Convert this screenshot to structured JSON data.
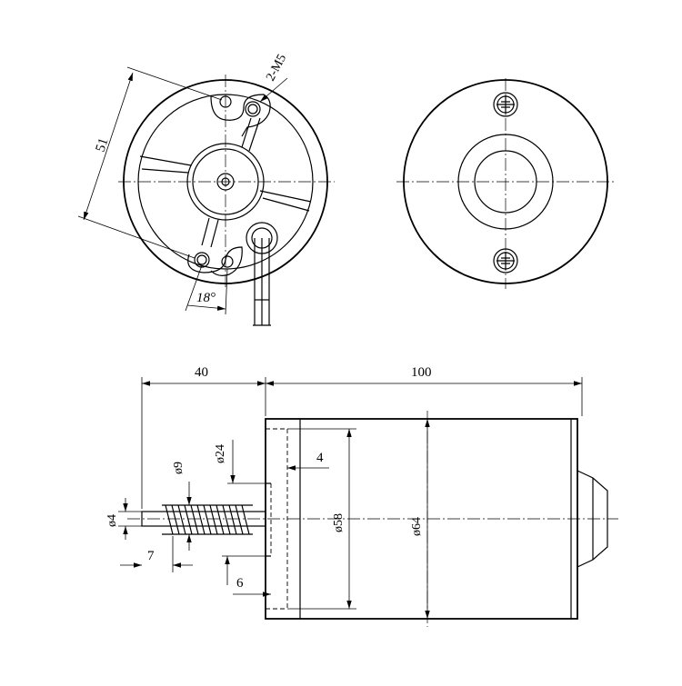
{
  "labels": {
    "holes": "2-M5",
    "pcd": "51",
    "angle": "18°",
    "len_shaft": "40",
    "len_body": "100",
    "dia_shaft": "ø4",
    "dia_worm": "ø9",
    "dia_boss": "ø24",
    "dia_flange": "ø58",
    "dia_body": "ø64",
    "flange_thk": "4",
    "boss_len": "6",
    "shaft_tip": "7"
  }
}
